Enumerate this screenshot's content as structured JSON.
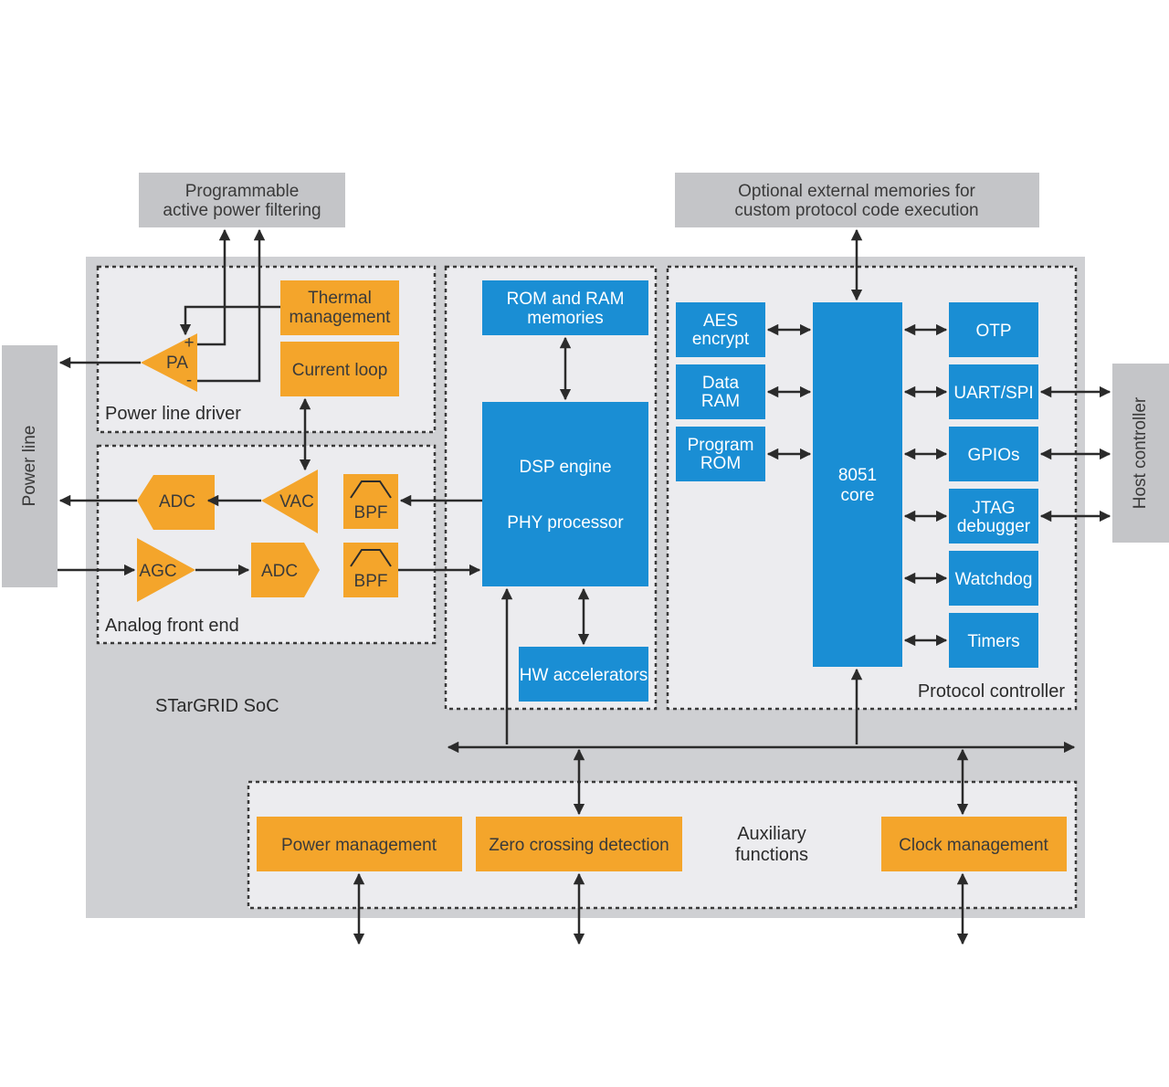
{
  "external": {
    "power_filter": [
      "Programmable",
      "active power filtering"
    ],
    "ext_memories": [
      "Optional external memories for",
      "custom protocol code execution"
    ],
    "power_line": "Power line",
    "host_controller": "Host controller"
  },
  "soc": {
    "label": "STarGRID SoC"
  },
  "power_line_driver": {
    "label": "Power line driver",
    "thermal": [
      "Thermal",
      "management"
    ],
    "current_loop": "Current loop",
    "pa": "PA",
    "pa_plus": "+",
    "pa_minus": "-"
  },
  "analog_front_end": {
    "label": "Analog front end",
    "adc_top": "ADC",
    "vac": "VAC",
    "bpf_top": "BPF",
    "agc": "AGC",
    "adc_bottom": "ADC",
    "bpf_bottom": "BPF"
  },
  "phy": {
    "rom_ram": [
      "ROM and RAM",
      "memories"
    ],
    "dsp": "DSP engine",
    "phy": "PHY processor",
    "hw_acc": "HW accelerators"
  },
  "protocol": {
    "label": "Protocol controller",
    "aes": [
      "AES",
      "encrypt"
    ],
    "data_ram": [
      "Data",
      "RAM"
    ],
    "program_rom": [
      "Program",
      "ROM"
    ],
    "core": [
      "8051",
      "core"
    ],
    "otp": "OTP",
    "uart": "UART/SPI",
    "gpios": "GPIOs",
    "jtag": [
      "JTAG",
      "debugger"
    ],
    "watchdog": "Watchdog",
    "timers": "Timers"
  },
  "aux": {
    "label": [
      "Auxiliary",
      "functions"
    ],
    "power_mgmt": "Power management",
    "zero_cross": "Zero crossing detection",
    "clock_mgmt": "Clock management"
  },
  "colors": {
    "blue": "#1a8ed4",
    "orange": "#f4a52b",
    "soc_gray": "#cfd0d3",
    "external_gray": "#c4c5c8"
  }
}
